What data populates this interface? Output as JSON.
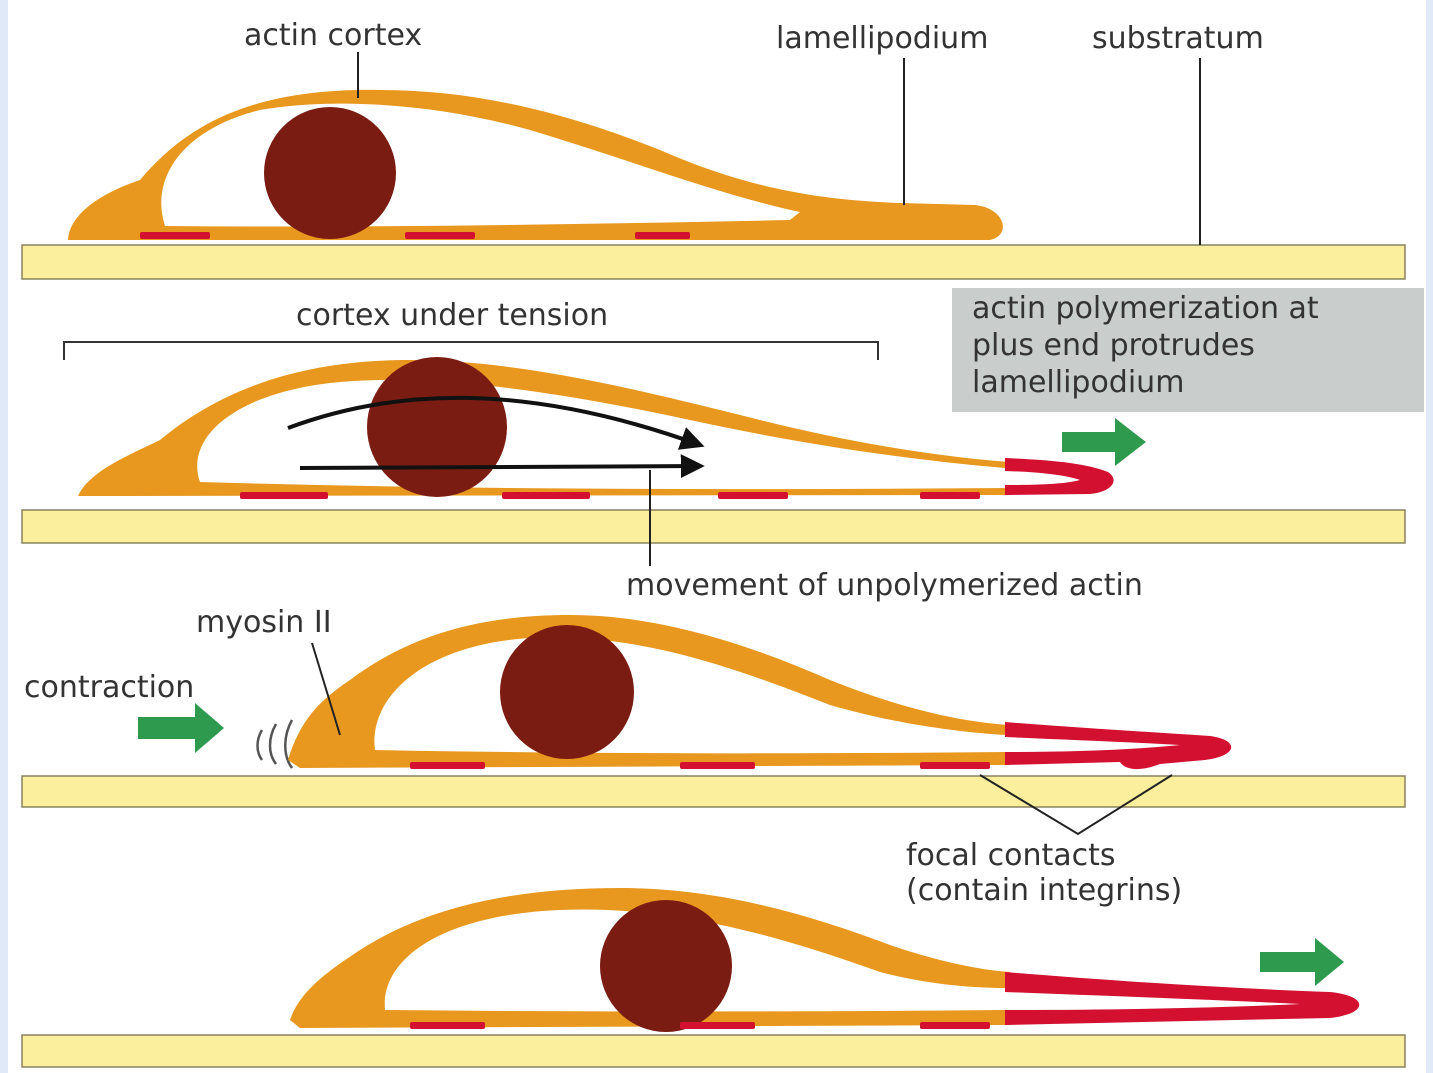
{
  "labels": {
    "actin_cortex": "actin cortex",
    "lamellipodium": "lamellipodium",
    "substratum": "substratum",
    "cortex_under_tension": "cortex under tension",
    "polymerization_box": {
      "line1": "actin polymerization at",
      "line2": "plus end protrudes",
      "line3": "lamellipodium"
    },
    "movement_unpolymerized": "movement of unpolymerized actin",
    "myosin_ii": "myosin II",
    "contraction": "contraction",
    "focal_contacts": {
      "line1": "focal contacts",
      "line2": "(contain integrins)"
    }
  },
  "colors": {
    "background": "#dfe9f7",
    "panel": "#ffffff",
    "substratum_fill": "#fbee9c",
    "cortex": "#e8981f",
    "cytoplasm": "#ffffff",
    "nucleus": "#7b1c12",
    "polymerizing_actin": "#d41030",
    "arrow_green": "#2e9a4e",
    "label_box": "#c9cdcb",
    "text": "#333333"
  },
  "icons": {
    "forward_arrow": "green-right-arrow-icon",
    "flow_arrow": "black-curved-arrow-icon"
  }
}
